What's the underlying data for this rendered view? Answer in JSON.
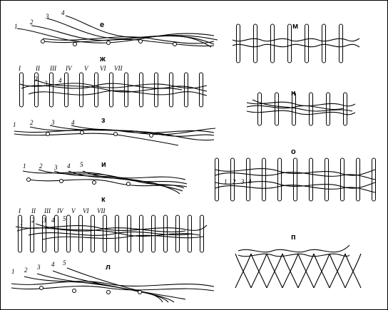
{
  "panels": {
    "e": {
      "label": "е",
      "numbers": [
        "1",
        "2",
        "3",
        "4"
      ]
    },
    "zh": {
      "label": "ж",
      "numbers": [
        "1",
        "2",
        "3",
        "4"
      ],
      "roman": [
        "I",
        "II",
        "III",
        "IV",
        "V",
        "VI",
        "VII"
      ]
    },
    "z": {
      "label": "з",
      "numbers": [
        "1",
        "2",
        "3",
        "4"
      ]
    },
    "i": {
      "label": "и",
      "numbers": [
        "1",
        "2",
        "3",
        "4",
        "5"
      ]
    },
    "k": {
      "label": "к",
      "numbers": [
        "1",
        "2",
        "3",
        "4",
        "5"
      ],
      "roman": [
        "I",
        "II",
        "III",
        "IV",
        "V",
        "VI",
        "VII"
      ]
    },
    "l": {
      "label": "л",
      "numbers": [
        "1",
        "2",
        "3",
        "4",
        "5"
      ]
    },
    "m": {
      "label": "м"
    },
    "n": {
      "label": "н"
    },
    "o": {
      "label": "о",
      "numbers": [
        "1",
        "2",
        "3",
        "4"
      ]
    },
    "p": {
      "label": "п"
    }
  }
}
